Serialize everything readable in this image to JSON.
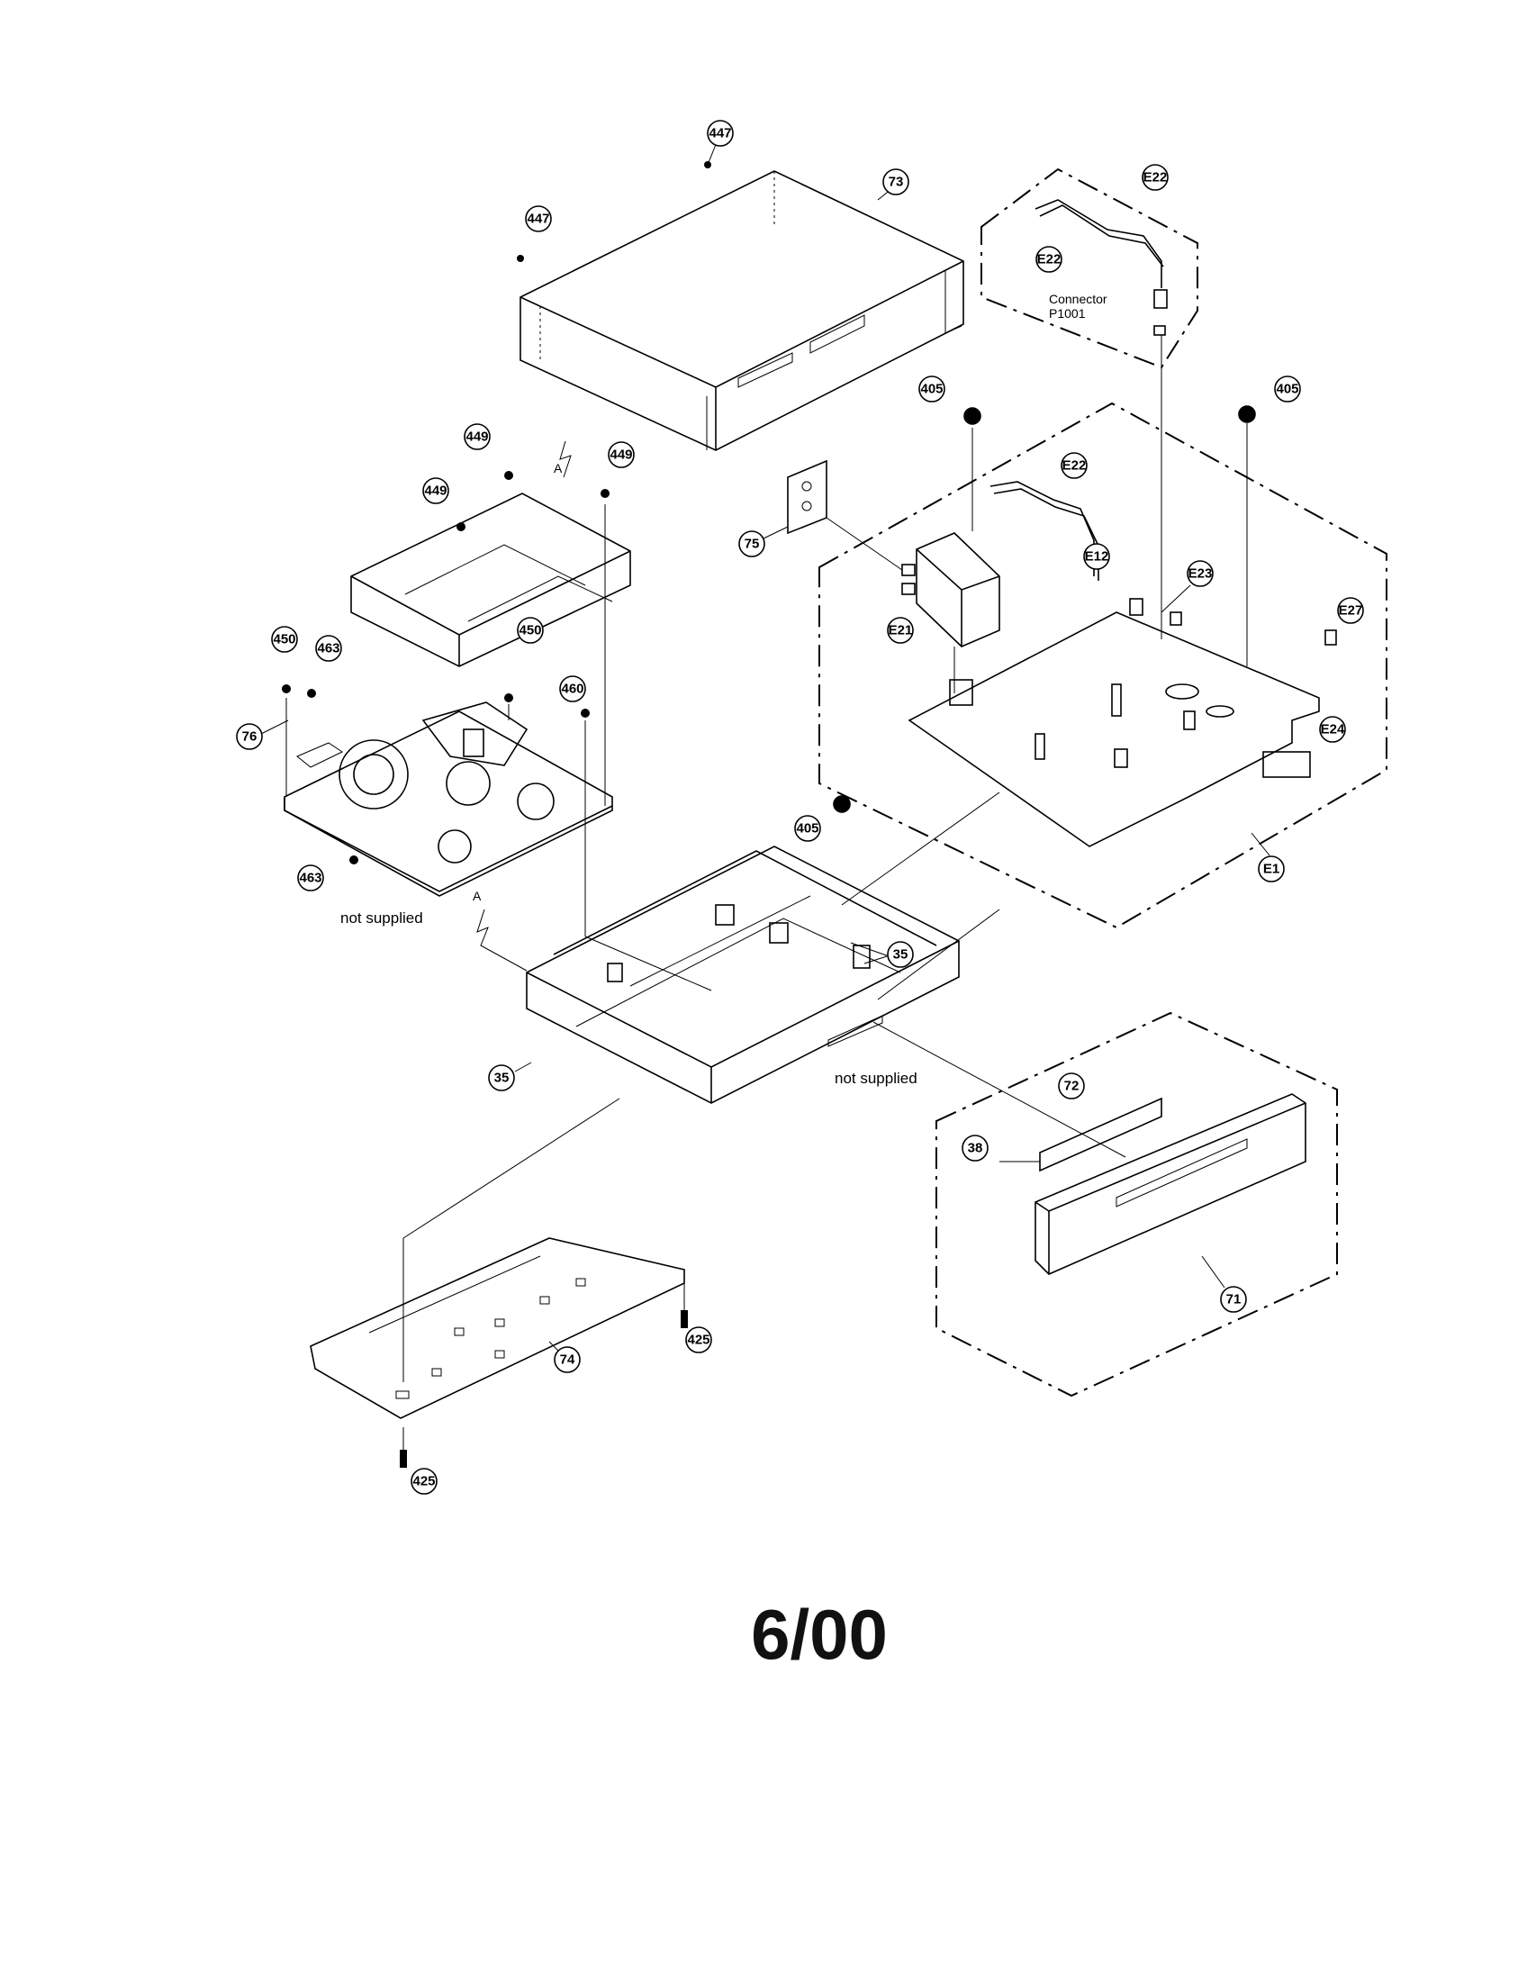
{
  "labels": {
    "not_supplied_left": "not supplied",
    "not_supplied_center": "not supplied",
    "connector": "Connector",
    "connector_id": "P1001",
    "section_marker_a": "A"
  },
  "callouts": [
    "447",
    "447",
    "73",
    "E22",
    "E22",
    "405",
    "405",
    "449",
    "449",
    "449",
    "E22",
    "75",
    "E21",
    "E12",
    "E23",
    "E27",
    "450",
    "463",
    "450",
    "460",
    "76",
    "E24",
    "405",
    "E1",
    "463",
    "35",
    "35",
    "72",
    "38",
    "71",
    "74",
    "425",
    "425"
  ],
  "footer": {
    "date": "6/00"
  }
}
